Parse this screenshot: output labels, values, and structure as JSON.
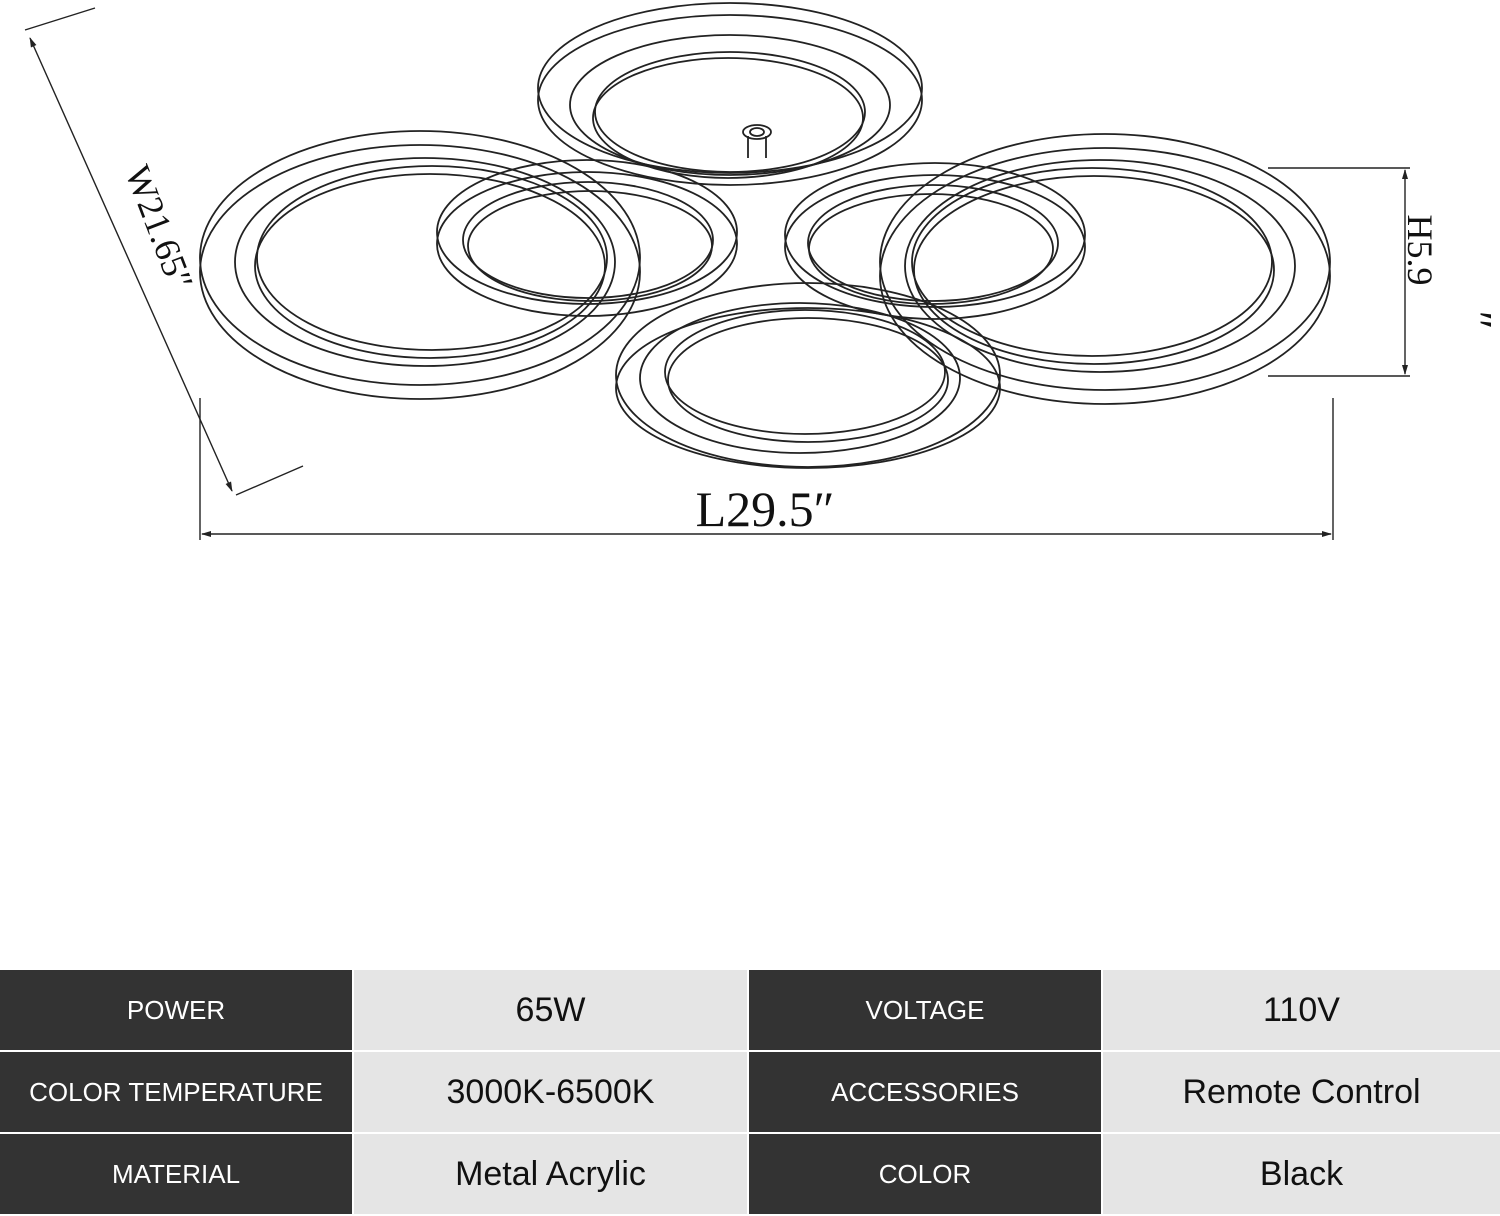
{
  "dimensions": {
    "width": "W21.65″",
    "length": "L29.5″",
    "height": "H5.9",
    "height_unit": "″"
  },
  "specs": [
    {
      "label": "POWER",
      "value": "65W",
      "label2": "VOLTAGE",
      "value2": "110V"
    },
    {
      "label": "COLOR TEMPERATURE",
      "value": "3000K-6500K",
      "label2": "ACCESSORIES",
      "value2": "Remote Control"
    },
    {
      "label": "MATERIAL",
      "value": "Metal Acrylic",
      "label2": "COLOR",
      "value2": "Black"
    }
  ],
  "colors": {
    "label_bg": "#333333",
    "value_bg": "#e5e5e5",
    "line": "#222222"
  }
}
